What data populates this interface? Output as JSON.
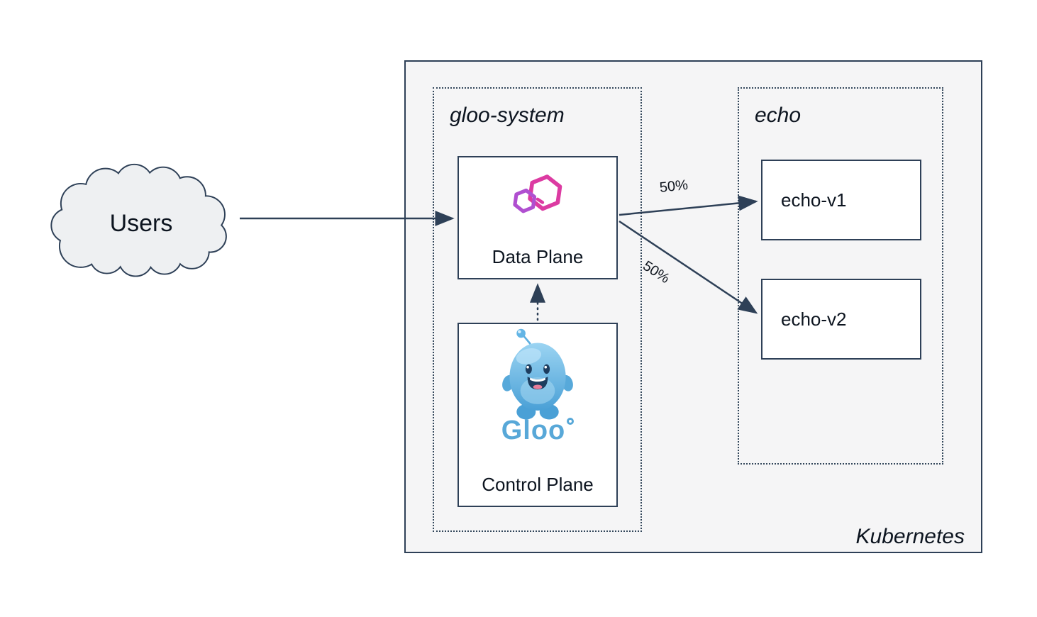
{
  "palette": {
    "ink": "#2e4057",
    "kubernetes_bg": "#f5f5f6",
    "node_bg": "#ffffff",
    "cloud_bg": "#eef0f2",
    "gloo_pink": "#dc3ba2",
    "gloo_purple": "#b04fd0",
    "gloo_blue": "#58a8d8"
  },
  "cloud": {
    "label": "Users"
  },
  "kubernetes": {
    "label": "Kubernetes"
  },
  "gloo_system": {
    "label": "gloo-system",
    "data_plane": {
      "label": "Data Plane"
    },
    "control_plane": {
      "label": "Control Plane",
      "logo_text": "Gloo"
    }
  },
  "echo": {
    "label": "echo",
    "services": [
      {
        "label": "echo-v1"
      },
      {
        "label": "echo-v2"
      }
    ]
  },
  "traffic": {
    "to_v1": "50%",
    "to_v2": "50%"
  }
}
